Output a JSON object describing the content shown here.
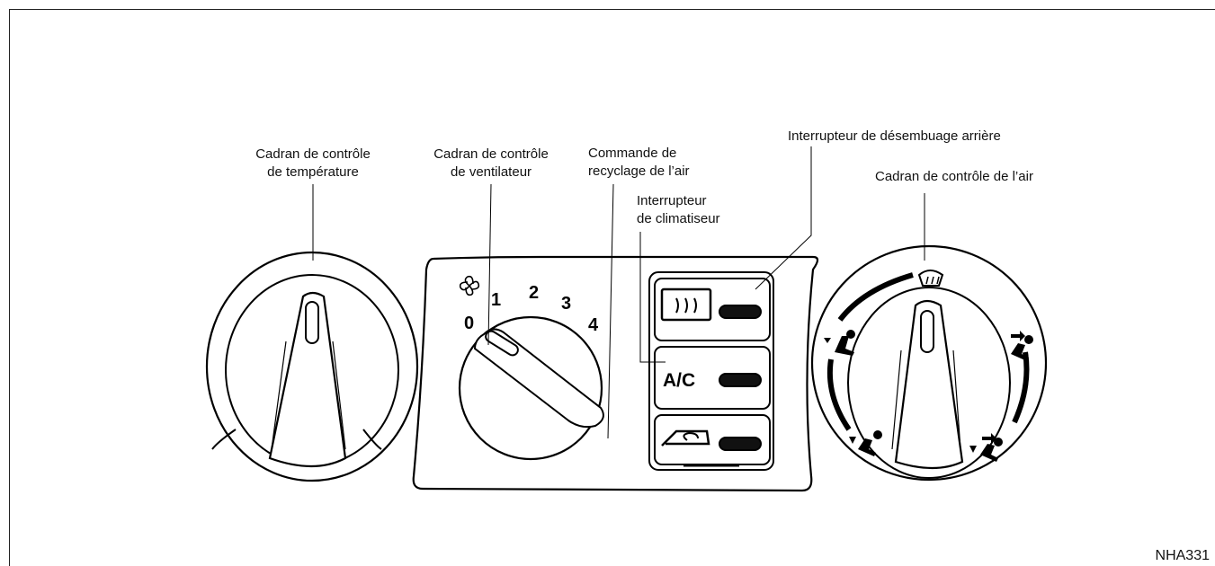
{
  "labels": {
    "temp_dial": [
      "Cadran de contrôle",
      "de température"
    ],
    "fan_dial": [
      "Cadran de contrôle",
      "de ventilateur"
    ],
    "recirc": [
      "Commande de",
      "recyclage de l’air"
    ],
    "ac_switch": [
      "Interrupteur",
      "de climatiseur"
    ],
    "rear_defrost": "Interrupteur de désembuage arrière",
    "air_dial": "Cadran de contrôle de l’air"
  },
  "fan_scale": [
    "0",
    "1",
    "2",
    "3",
    "4"
  ],
  "ac_button_text": "A/C",
  "figure_id": "NHA331",
  "icons": {
    "fan": "fan-icon",
    "rear_defrost": "rear-defroster-icon",
    "recirc": "air-recirculation-icon",
    "windshield_defrost": "windshield-defrost-icon",
    "mode_foot_defrost": "foot-and-defrost-icon",
    "mode_face": "face-vent-icon",
    "mode_bilevel": "bi-level-icon",
    "mode_foot": "foot-vent-icon"
  }
}
